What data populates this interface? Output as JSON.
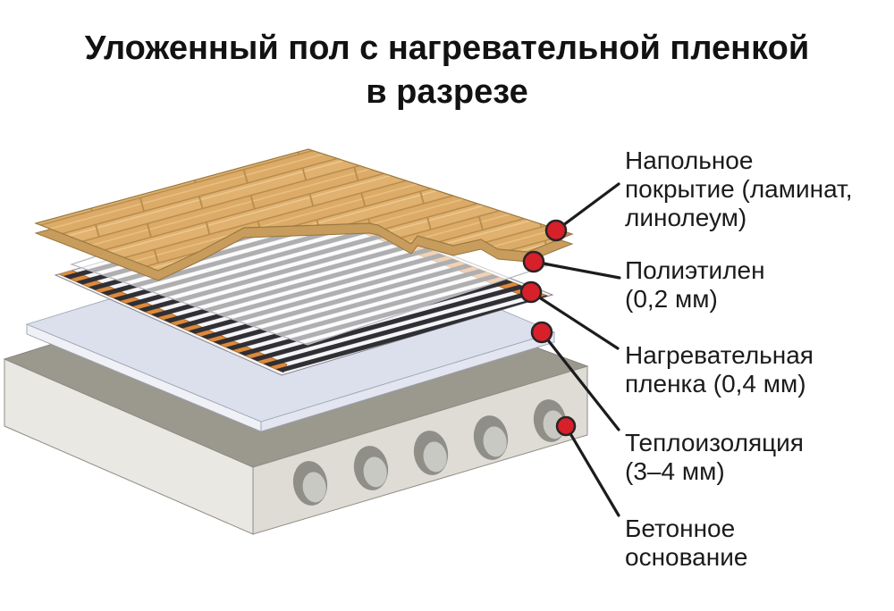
{
  "title": {
    "text": "Уложенный пол с нагревательной пленкой\nв разрезе"
  },
  "labels": {
    "floor_covering": "Напольное\nпокрытие (ламинат,\nлинолеум)",
    "polyethylene": "Полиэтилен\n(0,2 мм)",
    "heating_film": "Нагревательная\nпленка (0,4 мм)",
    "insulation": "Теплоизоляция\n(3–4 мм)",
    "concrete_base": "Бетонное\nоснование"
  },
  "colors": {
    "marker_red": "#d7202a",
    "marker_outline": "#2a2426",
    "leader_line": "#1c1c1c",
    "wood": "#e1b170",
    "wood_edge": "#c79c5c",
    "film_stripe": "#2f2f34",
    "bus_bar": "#dd8a3c",
    "polyethylene_sheet": "#f6f7f9",
    "insulation_top": "#dbe0ec",
    "concrete_top": "#9b998e",
    "concrete_front": "#eae8e3",
    "concrete_side": "#dedcd5"
  }
}
